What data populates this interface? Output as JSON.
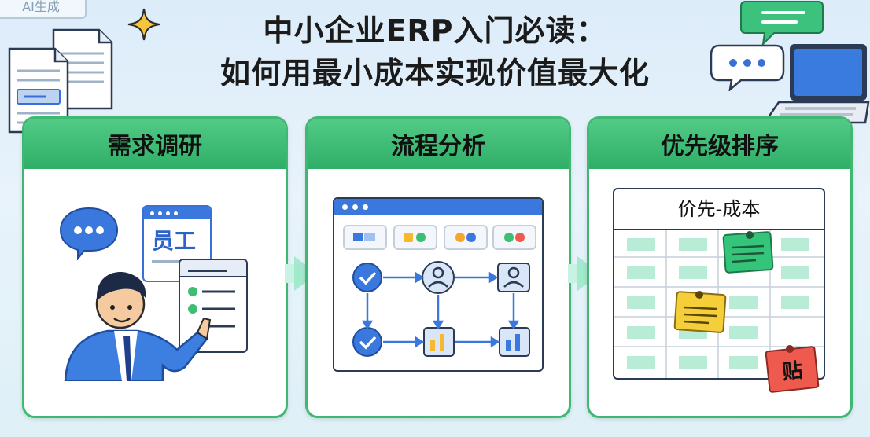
{
  "header": {
    "watermark": "AI生成",
    "title_line1": "中小企业ERP入门必读：",
    "title_line2": "如何用最小成本实现价值最大化"
  },
  "panels": [
    {
      "title": "需求调研",
      "card_label": "员工"
    },
    {
      "title": "流程分析"
    },
    {
      "title": "优先级排序",
      "board_label": "价先-成本",
      "sticky_label": "贴"
    }
  ],
  "colors": {
    "accent_green": "#3fb871",
    "brand_blue": "#3a6fd8",
    "sticky_green": "#34c47a",
    "sticky_yellow": "#f5cf3a",
    "sticky_red": "#ef5a4f"
  },
  "icons": [
    "sparkle-icon",
    "document-icon",
    "chat-bubble-icon",
    "laptop-icon",
    "check-icon",
    "user-icon",
    "bar-chart-icon",
    "pin-icon"
  ]
}
